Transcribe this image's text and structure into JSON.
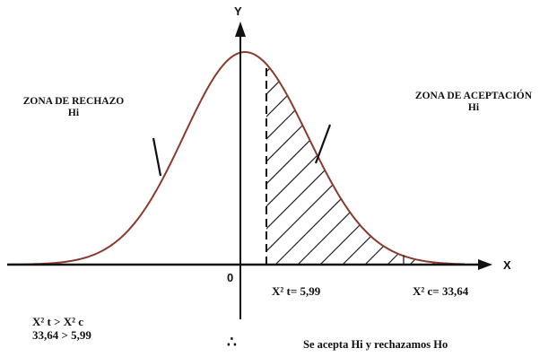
{
  "axes": {
    "y_label": "Y",
    "x_label": "X",
    "origin_label": "0"
  },
  "zones": {
    "rejection_line1": "ZONA DE RECHAZO",
    "rejection_line2": "Hi",
    "acceptance_line1": "ZONA DE ACEPTACIÓN",
    "acceptance_line2": "Hi"
  },
  "values": {
    "x2_tabulated": "X² t= 5,99",
    "x2_calculated": "X² c=  33,64"
  },
  "condition": {
    "line1": "X² t  >  X² c",
    "line2": "33,64 > 5,99"
  },
  "therefore_symbol": "∴",
  "conclusion": "Se acepta Hi y rechazamos Ho",
  "colors": {
    "curve": "#8b3a2e",
    "axis": "#111111",
    "hatch": "#222222"
  }
}
